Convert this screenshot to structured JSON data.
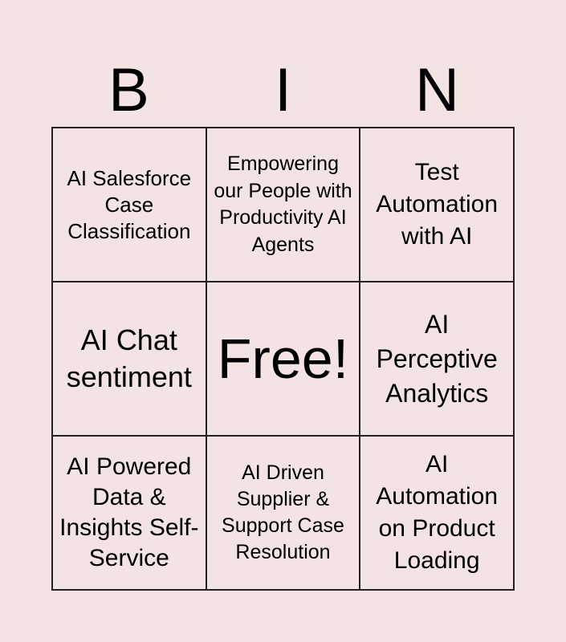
{
  "header": [
    "B",
    "I",
    "N"
  ],
  "cells": [
    "AI Salesforce Case Classification",
    "Empowering our People with Productivity AI Agents",
    "Test Automation with AI",
    "AI Chat sentiment",
    "Free!",
    "AI Perceptive Analytics",
    "AI Powered Data & Insights Self-Service",
    "AI Driven Supplier & Support Case Resolution",
    "AI Automation on Product Loading"
  ]
}
